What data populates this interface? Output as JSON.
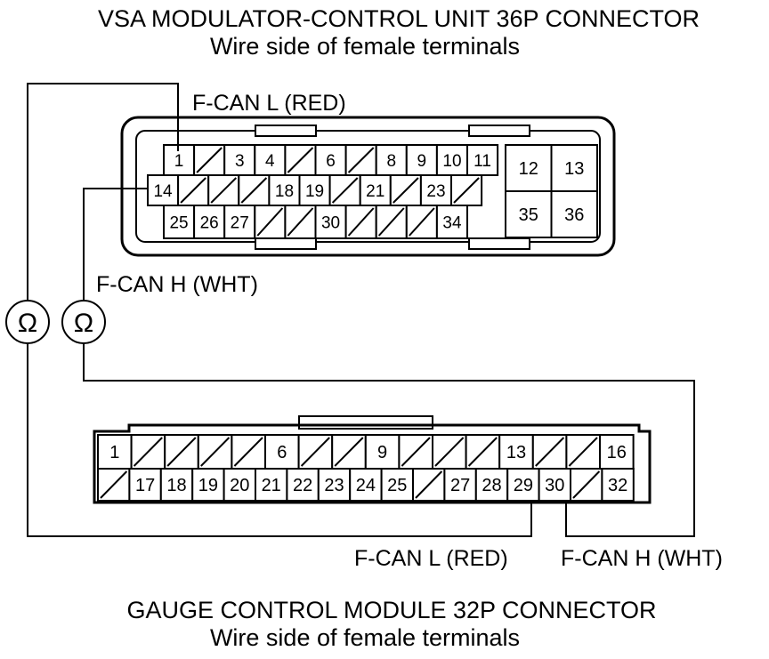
{
  "vsa_connector": {
    "title": "VSA MODULATOR-CONTROL UNIT 36P CONNECTOR",
    "subtitle": "Wire side of female terminals",
    "row1": [
      "1",
      "",
      "3",
      "4",
      "",
      "6",
      "",
      "8",
      "9",
      "10",
      "11"
    ],
    "row2": [
      "14",
      "",
      "",
      "",
      "18",
      "19",
      "",
      "21",
      "",
      "23",
      ""
    ],
    "row3": [
      "25",
      "26",
      "27",
      "",
      "",
      "30",
      "",
      "",
      "",
      "34"
    ],
    "block": [
      "12",
      "13",
      "35",
      "36"
    ]
  },
  "gauge_connector": {
    "title": "GAUGE CONTROL MODULE 32P CONNECTOR",
    "subtitle": "Wire side of female terminals",
    "row1": [
      "1",
      "",
      "",
      "",
      "",
      "6",
      "",
      "",
      "9",
      "",
      "",
      "",
      "13",
      "",
      "",
      "16"
    ],
    "row2": [
      "",
      "17",
      "18",
      "19",
      "20",
      "21",
      "22",
      "23",
      "24",
      "25",
      "",
      "27",
      "28",
      "29",
      "30",
      "",
      "32"
    ]
  },
  "labels": {
    "vsa_fcan_l": "F-CAN L (RED)",
    "vsa_fcan_h": "F-CAN H (WHT)",
    "gauge_fcan_l": "F-CAN L (RED)",
    "gauge_fcan_h": "F-CAN H (WHT)"
  },
  "meters": {
    "symbol": "Ω",
    "icon": "ohmmeter-icon"
  }
}
